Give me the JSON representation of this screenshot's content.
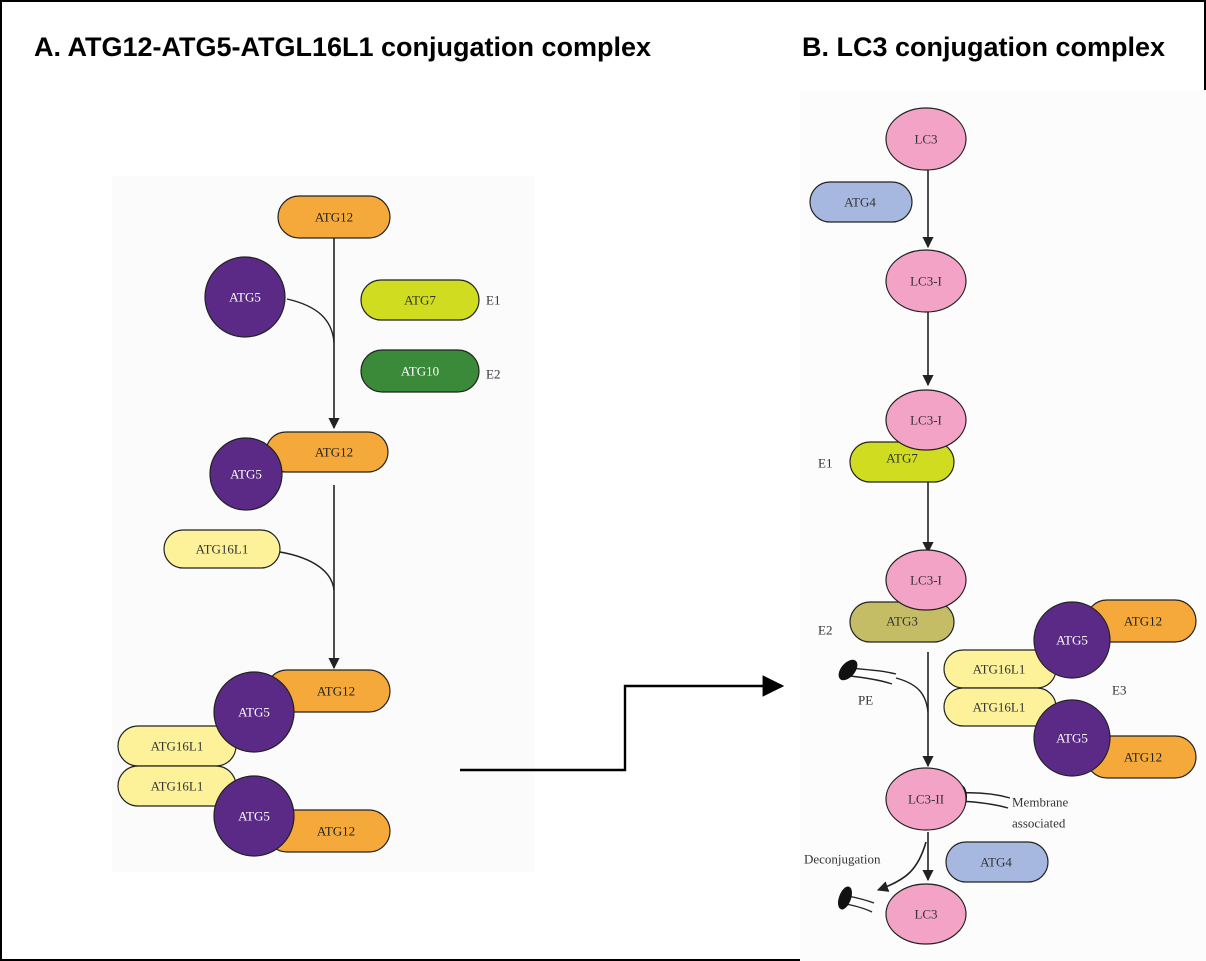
{
  "titles": {
    "panel_a": "A. ATG12-ATG5-ATGL16L1 conjugation complex",
    "panel_b": "B. LC3 conjugation complex"
  },
  "panel_a": {
    "atg12_top": "ATG12",
    "atg5_free": "ATG5",
    "atg7": "ATG7",
    "e1": "E1",
    "atg10": "ATG10",
    "e2": "E2",
    "atg5_conj": "ATG5",
    "atg12_conj": "ATG12",
    "atg16l1_free": "ATG16L1",
    "atg5_upper": "ATG5",
    "atg12_upper": "ATG12",
    "atg16l1_upper": "ATG16L1",
    "atg16l1_lower": "ATG16L1",
    "atg5_lower": "ATG5",
    "atg12_lower": "ATG12"
  },
  "panel_b": {
    "lc3_top": "LC3",
    "atg4_top": "ATG4",
    "lc3i_1": "LC3-I",
    "lc3i_2": "LC3-I",
    "e1": "E1",
    "atg7": "ATG7",
    "lc3i_3": "LC3-I",
    "e2": "E2",
    "atg3": "ATG3",
    "atg5_upper": "ATG5",
    "atg12_upper": "ATG12",
    "atg16l1_upper": "ATG16L1",
    "e3": "E3",
    "atg16l1_lower": "ATG16L1",
    "atg5_lower": "ATG5",
    "atg12_lower": "ATG12",
    "pe": "PE",
    "lc3ii": "LC3-II",
    "membrane_line1": "Membrane",
    "membrane_line2": "associated",
    "deconjugation": "Deconjugation",
    "atg4_bottom": "ATG4",
    "lc3_bottom": "LC3"
  },
  "colors": {
    "atg12": "#f5a93a",
    "atg5": "#5b2a86",
    "atg7": "#cfdc1f",
    "atg10": "#3a8a3a",
    "atg16l1": "#fdf29a",
    "lc3": "#f3a3c6",
    "atg4": "#a7b8e0",
    "atg3": "#c4bd66"
  }
}
